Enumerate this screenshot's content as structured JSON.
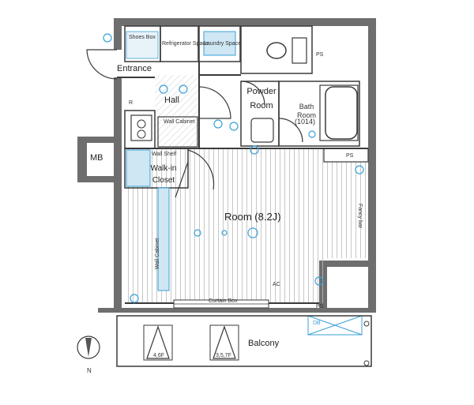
{
  "rooms": {
    "shoes_box": "Shoes Box",
    "refrigerator_space": "Refrigerator Space",
    "laundry_space": "Laundry Space",
    "entrance": "Entrance",
    "hall": "Hall",
    "powder_room": "Powder Room",
    "bath_room": "Bath Room",
    "bath_size": "(1014)",
    "wall_cabinet": "Wall Cabinet",
    "wall_shelf": "Wall Shelf",
    "walk_in_closet": "Walk-in Closet",
    "room": "Room (8.2J)",
    "wall_cabinet_vertical": "Wall Cabinet",
    "fancy_bar": "Fancy bar",
    "curtain_box": "Curtain Box",
    "balcony": "Balcony",
    "mb": "MB",
    "ps_top": "PS",
    "ps_mid": "PS",
    "ps_bottom": "PS",
    "ac": "AC",
    "db": "DB",
    "r_mark": "R",
    "window_floors_left": "4,6F",
    "window_floors_right": "3,5,7F",
    "north": "N"
  },
  "colors": {
    "wall": "#6e6e6e",
    "line": "#3a3a3a",
    "accent": "#3aa0d8",
    "fill_blue": "#cfe6f3",
    "floor_stripe": "#bdbdbd"
  }
}
